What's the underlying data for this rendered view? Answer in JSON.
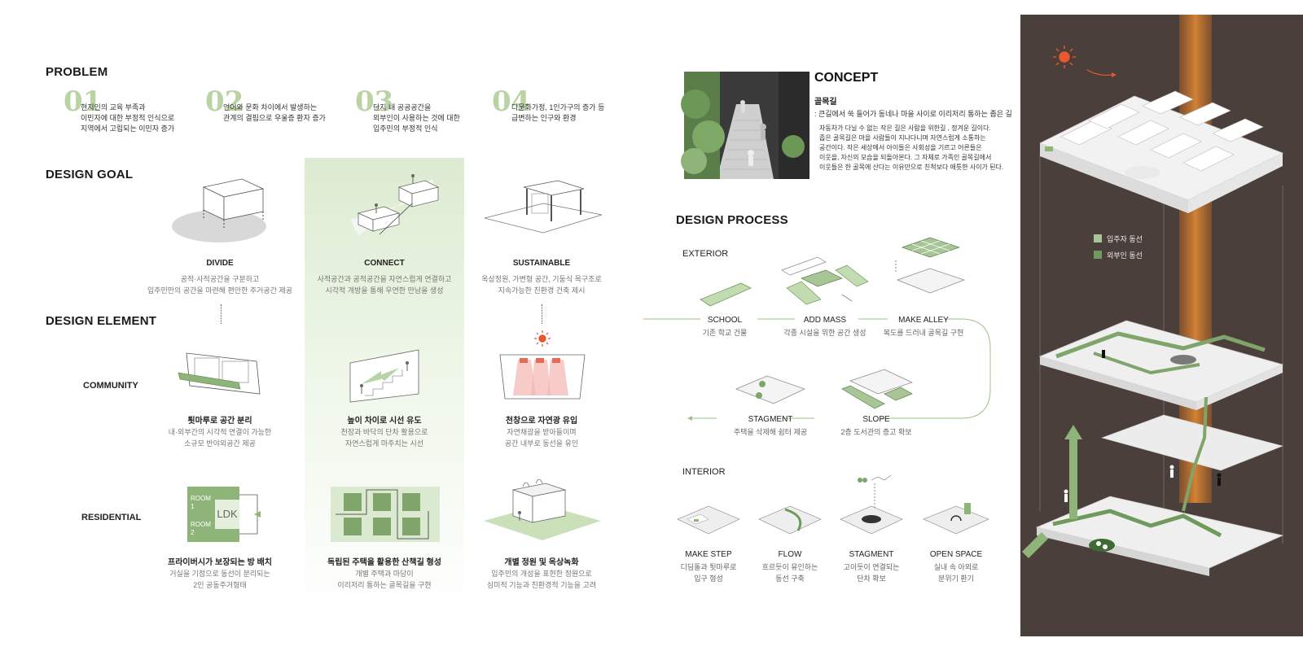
{
  "sections": {
    "problem": "PROBLEM",
    "design_goal": "DESIGN GOAL",
    "design_element": "DESIGN ELEMENT",
    "concept": "CONCEPT",
    "design_process": "DESIGN PROCESS",
    "exterior": "EXTERIOR",
    "interior": "INTERIOR"
  },
  "problems": [
    {
      "num": "01",
      "text": "현지인의 교육 부족과\n이민자에 대한 부정적 인식으로\n지역에서 고립되는 이민자 증가"
    },
    {
      "num": "02",
      "text": "언어와 문화 차이에서 발생하는\n관계의 결핍으로 우울증 환자 증가"
    },
    {
      "num": "03",
      "text": "단지 내 공공공간을\n외부인이 사용하는 것에 대한\n입주민의 부정적 인식"
    },
    {
      "num": "04",
      "text": "다문화가정, 1인가구의 증가 등\n급변하는 인구와 환경"
    }
  ],
  "goals": [
    {
      "label": "DIVIDE",
      "desc": "공적·사적공간을 구분하고\n입주민만의 공간을 마련해 편안한 주거공간 제공"
    },
    {
      "label": "CONNECT",
      "desc": "사적공간과 공적공간을 자연스럽게 연결하고\n시각적 개방을 통해 우연한 만남을 생성"
    },
    {
      "label": "SUSTAINABLE",
      "desc": "옥상정원, 가변형 공간, 기둥식 목구조로\n지속가능한 친환경 건축 제시"
    }
  ],
  "element_rows": {
    "community": "COMMUNITY",
    "residential": "RESIDENTIAL"
  },
  "community": [
    {
      "label": "툇마루로 공간 분리",
      "desc": "내·외부간의 시각적 연결이 가능한\n소규모 반야외공간 제공"
    },
    {
      "label": "높이 차이로 시선 유도",
      "desc": "천장과 바닥의 단차 활용으로\n자연스럽게 마주치는 시선"
    },
    {
      "label": "천창으로 자연광 유입",
      "desc": "자연채광을 받아들이며\n공간 내부로 동선을 유인"
    }
  ],
  "residential": [
    {
      "label": "프라이버시가 보장되는 방 배치",
      "desc": "거실을 기점으로 동선이 분리되는\n2인 공동주거형태"
    },
    {
      "label": "독립된 주택을 활용한 산책길 형성",
      "desc": "개별 주택과 마당이\n이리저리 통하는 골목길을 구현"
    },
    {
      "label": "개별 정원 및 옥상녹화",
      "desc": "입주민의 개성을 표현한 정원으로\n심미적 기능과 친환경적 기능을 고려"
    }
  ],
  "room_plan": {
    "room1": "ROOM\n1",
    "room2": "ROOM\n2",
    "ldk": "LDK"
  },
  "concept": {
    "keyword": "골목길",
    "definition": ": 큰길에서  쑥 들어가 동네나 마을 사이로 이리저리 통하는 좁은 길",
    "body": "자동차가 다닐 수 없는 작은 길은 사람을 위한길 , 정겨운 길이다.\n좁은 골목길은 마을 사람들이 지나다니며 자연스럽게 소통하는\n공간이다.  작은 세상에서 아이들은 사회성을 기르고 어른들은\n이웃을, 자신의 모습을 되돌아본다. 그 자체로 가족인 골목길에서\n이웃들은 한 골목에 산다는 이유만으로 친척보다 애틋한 사이가 된다."
  },
  "exterior_steps": [
    {
      "label": "SCHOOL",
      "desc": "기존 학교 건물"
    },
    {
      "label": "ADD MASS",
      "desc": "각종 시설을 위한 공간 생성"
    },
    {
      "label": "MAKE ALLEY",
      "desc": "복도를 드러내 골목길 구현"
    },
    {
      "label": "STAGMENT",
      "desc": "주택을 삭제해 쉼터 제공"
    },
    {
      "label": "SLOPE",
      "desc": "2층 도서관의 층고 확보"
    }
  ],
  "interior_steps": [
    {
      "label": "MAKE STEP",
      "desc": "디딤돌과 툇마루로\n입구 형성"
    },
    {
      "label": "FLOW",
      "desc": "흐르듯이 유인하는\n동선 구축"
    },
    {
      "label": "STAGMENT",
      "desc": "고이듯이 연결되는\n단차 확보"
    },
    {
      "label": "OPEN SPACE",
      "desc": "실내 속 아외로\n분위기 환기"
    }
  ],
  "legend": [
    {
      "label": "입주자 동선",
      "color": "#a8c596"
    },
    {
      "label": "외부인 동선",
      "color": "#6f9a5c"
    }
  ],
  "colors": {
    "accent_green": "#8fb47a",
    "dark_panel": "#4a3f3a",
    "light_beam": "#d9731f",
    "number": "#b9d3a3"
  }
}
